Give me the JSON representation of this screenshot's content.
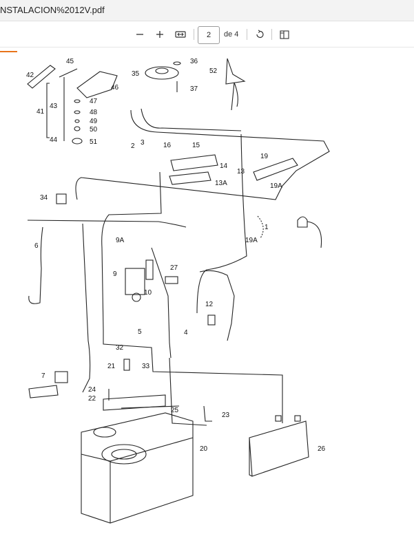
{
  "app": {
    "document_title": "NSTALACION%2012V.pdf",
    "accent_color": "#e8741a"
  },
  "toolbar": {
    "zoom_out_icon": "minus-icon",
    "zoom_in_icon": "plus-icon",
    "fit_icon": "fit-width-icon",
    "current_page": "2",
    "page_total": "de 4",
    "rotate_icon": "rotate-icon",
    "view_icon": "page-view-icon"
  },
  "diagram": {
    "callouts": [
      "1",
      "2",
      "3",
      "4",
      "5",
      "6",
      "7",
      "9",
      "9A",
      "10",
      "12",
      "13",
      "13A",
      "14",
      "15",
      "16",
      "19",
      "19A",
      "19A",
      "20",
      "21",
      "22",
      "23",
      "24",
      "25",
      "26",
      "27",
      "32",
      "33",
      "34",
      "35",
      "36",
      "37",
      "41",
      "42",
      "43",
      "44",
      "45",
      "46",
      "47",
      "48",
      "49",
      "50",
      "51",
      "52"
    ]
  }
}
